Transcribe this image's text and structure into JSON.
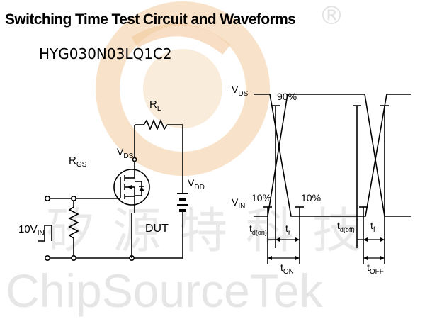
{
  "heading": "Switching Time Test Circuit and Waveforms",
  "part_number": "HYG030N03LQ1C2",
  "watermark": {
    "registered_mark": "®",
    "chinese_text": "矽源特科技",
    "english_text": "ChipSourceTek"
  },
  "circuit": {
    "source_label": "10V",
    "source_sub": "IN",
    "rgs_label": "R",
    "rgs_sub": "GS",
    "rl_label": "R",
    "rl_sub": "L",
    "vds_label": "V",
    "vds_sub": "DS",
    "vdd_label": "V",
    "vdd_sub": "DD",
    "dut_label": "DUT"
  },
  "waveforms": {
    "vds_label": "V",
    "vds_sub": "DS",
    "vin_label": "V",
    "vin_sub": "IN",
    "pct_90": "90%",
    "pct_10_left": "10%",
    "pct_10_right": "10%",
    "td_on_label": "t",
    "td_on_sub": "d(on)",
    "tr_label": "t",
    "tr_sub": "r",
    "ton_label": "t",
    "ton_sub": "ON",
    "td_off_label": "t",
    "td_off_sub": "d(off)",
    "tf_label": "t",
    "tf_sub": "f",
    "toff_label": "t",
    "toff_sub": "OFF"
  },
  "colors": {
    "watermark_orange": "#f6d7b4",
    "watermark_orange_dark": "#f0c191",
    "watermark_gray": "#e6e6e6"
  }
}
